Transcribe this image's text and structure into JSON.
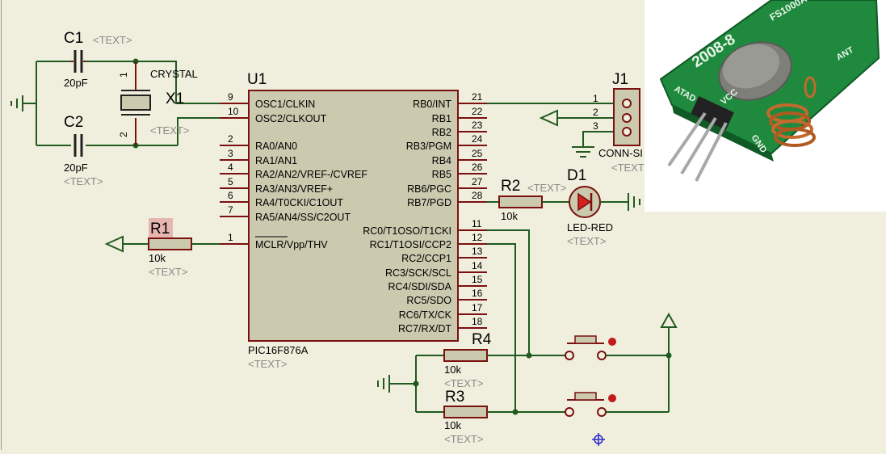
{
  "schematic": {
    "c1": {
      "ref": "C1",
      "value": "20pF",
      "text": "<TEXT>"
    },
    "c2": {
      "ref": "C2",
      "value": "20pF",
      "text": "<TEXT>"
    },
    "x1": {
      "ref": "X1",
      "value": "CRYSTAL",
      "text": "<TEXT>",
      "pin1": "1",
      "pin2": "2"
    },
    "u1": {
      "ref": "U1",
      "part": "PIC16F876A",
      "text": "<TEXT>",
      "left_pins": [
        {
          "num": "9",
          "name": "OSC1/CLKIN"
        },
        {
          "num": "10",
          "name": "OSC2/CLKOUT"
        },
        {
          "num": "2",
          "name": "RA0/AN0"
        },
        {
          "num": "3",
          "name": "RA1/AN1"
        },
        {
          "num": "4",
          "name": "RA2/AN2/VREF-/CVREF"
        },
        {
          "num": "5",
          "name": "RA3/AN3/VREF+"
        },
        {
          "num": "6",
          "name": "RA4/T0CKI/C1OUT"
        },
        {
          "num": "7",
          "name": "RA5/AN4/SS/C2OUT"
        },
        {
          "num": "1",
          "name": "MCLR/Vpp/THV"
        }
      ],
      "right_pins": [
        {
          "num": "21",
          "name": "RB0/INT"
        },
        {
          "num": "22",
          "name": "RB1"
        },
        {
          "num": "23",
          "name": "RB2"
        },
        {
          "num": "24",
          "name": "RB3/PGM"
        },
        {
          "num": "25",
          "name": "RB4"
        },
        {
          "num": "26",
          "name": "RB5"
        },
        {
          "num": "27",
          "name": "RB6/PGC"
        },
        {
          "num": "28",
          "name": "RB7/PGD"
        },
        {
          "num": "11",
          "name": "RC0/T1OSO/T1CKI"
        },
        {
          "num": "12",
          "name": "RC1/T1OSI/CCP2"
        },
        {
          "num": "13",
          "name": "RC2/CCP1"
        },
        {
          "num": "14",
          "name": "RC3/SCK/SCL"
        },
        {
          "num": "15",
          "name": "RC4/SDI/SDA"
        },
        {
          "num": "16",
          "name": "RC5/SDO"
        },
        {
          "num": "17",
          "name": "RC6/TX/CK"
        },
        {
          "num": "18",
          "name": "RC7/RX/DT"
        }
      ]
    },
    "j1": {
      "ref": "J1",
      "value": "CONN-SI",
      "text": "<TEXT>",
      "pins": [
        "1",
        "2",
        "3"
      ]
    },
    "r1": {
      "ref": "R1",
      "value": "10k",
      "text": "<TEXT>"
    },
    "r2": {
      "ref": "R2",
      "value": "10k",
      "text": "<TEXT>"
    },
    "r3": {
      "ref": "R3",
      "value": "10k",
      "text": "<TEXT>"
    },
    "r4": {
      "ref": "R4",
      "value": "10k",
      "text": "<TEXT>"
    },
    "d1": {
      "ref": "D1",
      "value": "LED-RED",
      "text": "<TEXT>"
    }
  },
  "module_photo": {
    "labels": [
      "2008-8",
      "FS1000A",
      "ANT",
      "ATAD",
      "VCC",
      "GND"
    ],
    "colors": {
      "pcb": "#1f8a3e",
      "can": "#8a8a86",
      "coil": "#c46a2c"
    }
  },
  "colors": {
    "background": "#f0eedc",
    "wire": "#1f5a1f",
    "component": "#7a1010",
    "body_fill": "#cbc9ae",
    "placeholder": "#8a8a8a",
    "led": "#d42020"
  }
}
